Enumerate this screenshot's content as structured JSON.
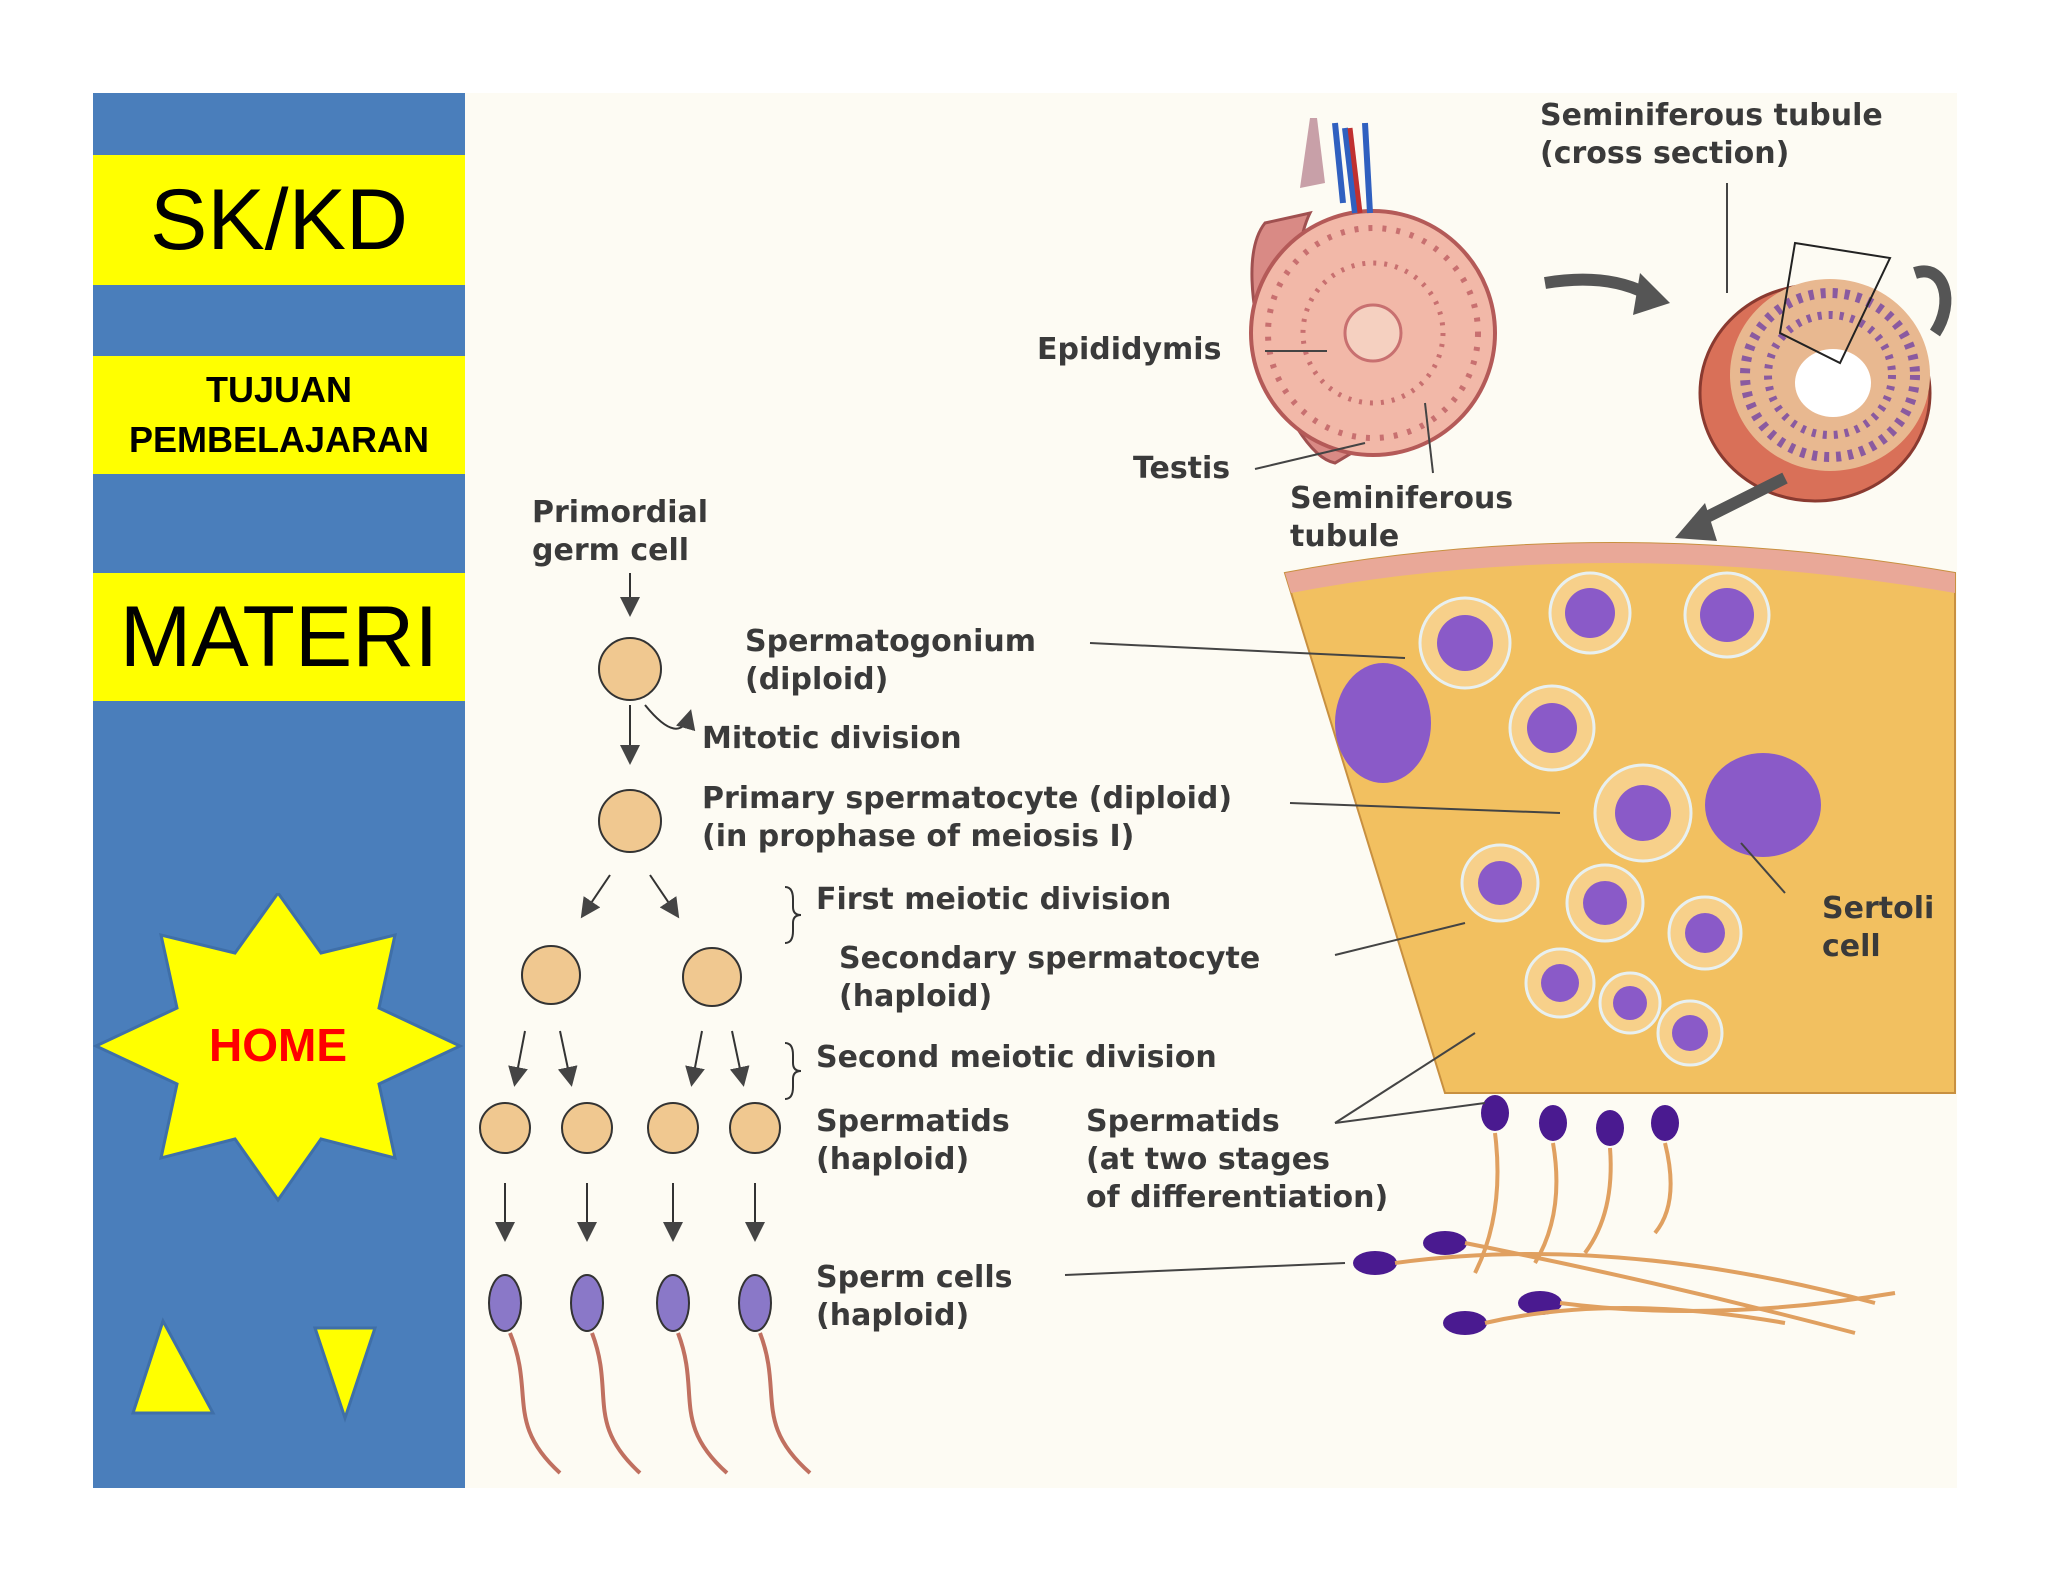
{
  "sidebar": {
    "bg_color": "#4a7ebb",
    "button_color": "#ffff00",
    "sk_kd": "SK/KD",
    "tujuan": "TUJUAN PEMBELAJARAN",
    "materi": "MATERI",
    "home": "HOME",
    "home_text_color": "#ff0000",
    "prev_icon": "triangle-up-icon",
    "next_icon": "triangle-down-icon"
  },
  "diagram": {
    "seminiferous_cross": "Seminiferous tubule\n(cross section)",
    "epididymis": "Epididymis",
    "testis": "Testis",
    "seminiferous_tubule": "Seminiferous\ntubule",
    "primordial": "Primordial\ngerm cell",
    "spermatogonium": "Spermatogonium\n(diploid)",
    "mitotic": "Mitotic division",
    "primary": "Primary spermatocyte (diploid)\n(in prophase of meiosis I)",
    "first_meiotic": "First meiotic division",
    "secondary": "Secondary spermatocyte\n(haploid)",
    "second_meiotic": "Second meiotic division",
    "spermatids": "Spermatids\n(haploid)",
    "spermatids_stages": "Spermatids\n(at two stages\nof differentiation)",
    "sperm_cells": "Sperm cells\n(haploid)",
    "sertoli": "Sertoli\ncell"
  }
}
